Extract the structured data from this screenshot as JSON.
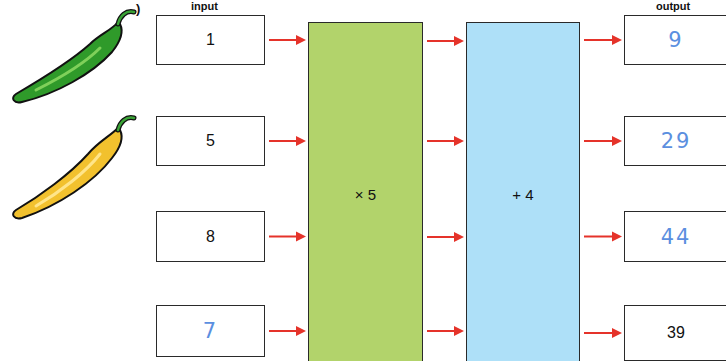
{
  "diagram": {
    "nodes": [
      {
        "text": [
          "1"
        ]
      },
      {
        "text": [
          "5"
        ]
      },
      {
        "text": [
          "8"
        ]
      },
      {
        "text": [
          "7"
        ]
      },
      {
        "text": [
          "× 5"
        ]
      },
      {
        "text": [
          "+ 4"
        ]
      },
      {
        "text": [
          "9"
        ]
      },
      {
        "text": [
          "29"
        ]
      },
      {
        "text": [
          "44"
        ]
      },
      {
        "text": [
          "39"
        ]
      }
    ],
    "edges": [
      {
        "from": 0,
        "to": 4,
        "arrow": "to"
      },
      {
        "from": 1,
        "to": 4,
        "arrow": "to"
      },
      {
        "from": 2,
        "to": 4,
        "arrow": "to"
      },
      {
        "from": 3,
        "to": 4,
        "arrow": "to"
      },
      {
        "from": 4,
        "to": 5,
        "arrow": "to"
      },
      {
        "from": 4,
        "to": 5,
        "arrow": "to"
      },
      {
        "from": 4,
        "to": 5,
        "arrow": "to"
      },
      {
        "from": 4,
        "to": 5,
        "arrow": "to"
      },
      {
        "from": 5,
        "to": 6,
        "arrow": "to"
      },
      {
        "from": 5,
        "to": 7,
        "arrow": "to"
      },
      {
        "from": 5,
        "to": 8,
        "arrow": "to"
      },
      {
        "from": 5,
        "to": 9,
        "arrow": "to"
      }
    ],
    "labels": [
      "input",
      "output",
      ")"
    ]
  }
}
